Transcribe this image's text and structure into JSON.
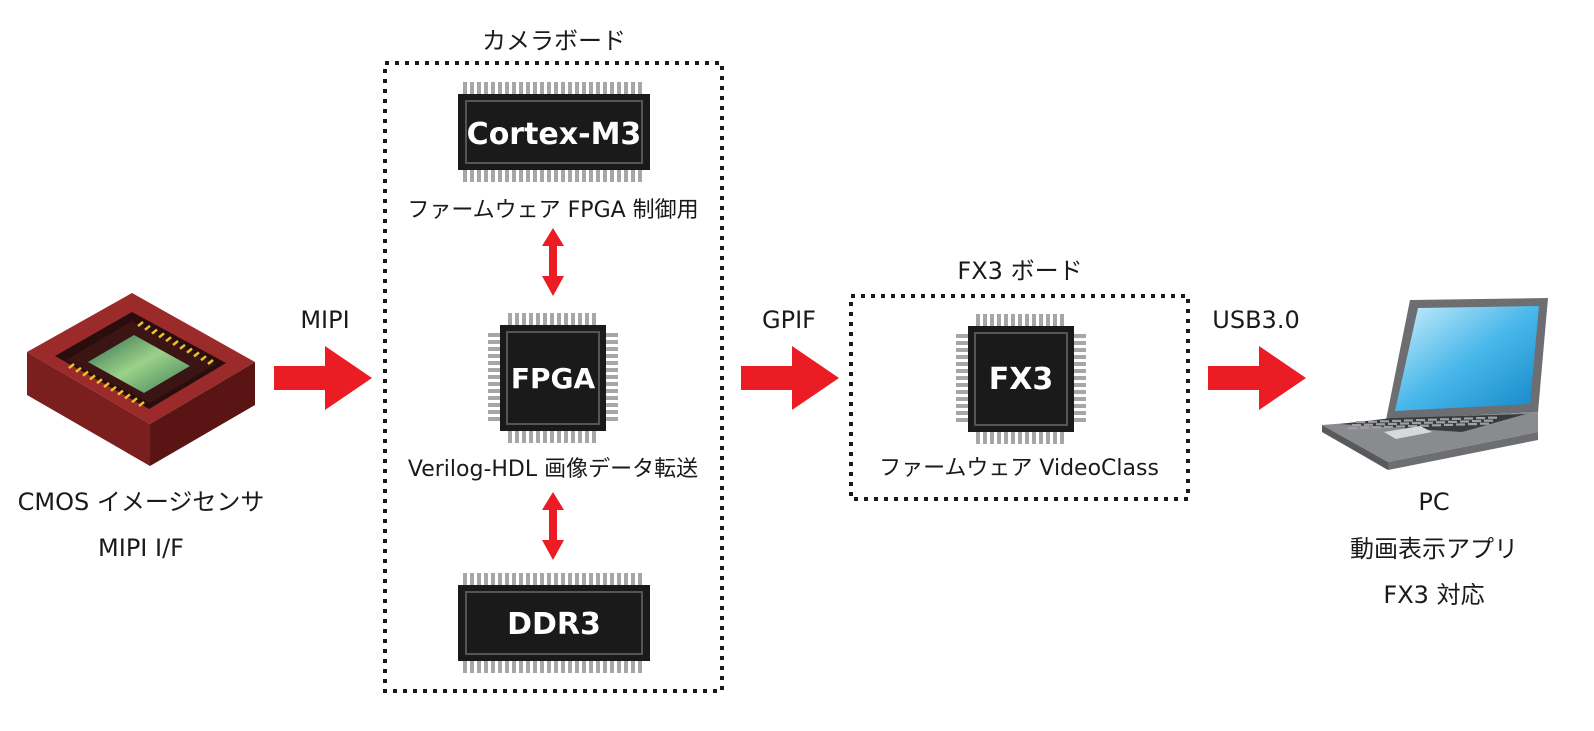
{
  "camera_board": {
    "title": "カメラボード",
    "cortex": {
      "chip_label": "Cortex-M3",
      "caption": "ファームウェア FPGA 制御用"
    },
    "fpga": {
      "chip_label": "FPGA",
      "caption": "Verilog-HDL  画像データ転送"
    },
    "ddr": {
      "chip_label": "DDR3"
    }
  },
  "sensor": {
    "line1": "CMOS イメージセンサ",
    "line2": "MIPI I/F"
  },
  "links": {
    "mipi": "MIPI",
    "gpif": "GPIF",
    "usb": "USB3.0"
  },
  "fx3_board": {
    "title": "FX3 ボード",
    "chip_label": "FX3",
    "caption": "ファームウェア  VideoClass"
  },
  "pc": {
    "line1": "PC",
    "line2": "動画表示アプリ",
    "line3": "FX3 対応"
  },
  "colors": {
    "arrow": "#ec1c24",
    "chip": "#1a1a1a",
    "pins": "#a6a6a6",
    "sensor": "#7a1e1e"
  }
}
